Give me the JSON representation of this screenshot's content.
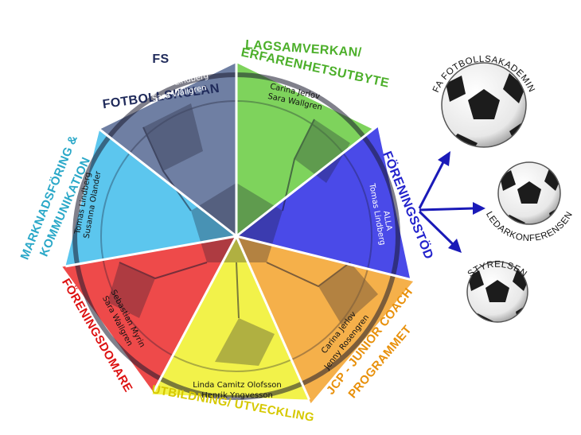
{
  "segments": [
    {
      "id": "fotbollskolan",
      "title_lines": [
        "FS",
        "FOTBOLLSKOLAN"
      ],
      "names": [
        "Tomas Lindberg",
        "Sara Wallgren"
      ],
      "color": "#6f7fa3",
      "text_color": "#1f2a5a",
      "names_color": "#ffffff"
    },
    {
      "id": "lagsamverkan",
      "title_lines": [
        "LAGSAMVERKAN/",
        "ERFARENHETSUTBYTE"
      ],
      "names": [
        "Carina Jerlov",
        "Sara Wallgren"
      ],
      "color": "#7ed35c",
      "text_color": "#4caf2a",
      "names_color": "#111111"
    },
    {
      "id": "foreningsstod",
      "title_lines": [
        "FÖRENINGSSTÖD"
      ],
      "names": [
        "ALLA",
        "Tomas Lindberg"
      ],
      "color": "#4a4ae8",
      "text_color": "#2222cc",
      "names_color": "#ffffff"
    },
    {
      "id": "jcp",
      "title_lines": [
        "JCP - JUNIOR COACH",
        "PROGRAMMET"
      ],
      "names": [
        "Carina Jerlov",
        "Jenny Rosengren"
      ],
      "color": "#f5b04a",
      "text_color": "#e8900a",
      "names_color": "#111111"
    },
    {
      "id": "utbildning",
      "title_lines": [
        "UTBILDNING/ UTVECKLING"
      ],
      "names": [
        "Linda Camitz Olofsson",
        "Henrik Yngvesson"
      ],
      "color": "#f2f24a",
      "text_color": "#d6c800",
      "names_color": "#111111"
    },
    {
      "id": "foreningsdomare",
      "title_lines": [
        "FÖRENINGSDOMARE"
      ],
      "names": [
        "Sebastian Myrin",
        "Sara Wallgren"
      ],
      "color": "#ee4a4a",
      "text_color": "#dd1111",
      "names_color": "#111111"
    },
    {
      "id": "marknadsforing",
      "title_lines": [
        "MARKNADSFÖRING &",
        "KOMMUNIKATION"
      ],
      "names": [
        "Tomas Lindberg",
        "Susanna Olander"
      ],
      "color": "#5cc6ee",
      "text_color": "#2aa8c8",
      "names_color": "#111111"
    }
  ],
  "arrow_color": "#1a1ab8",
  "external": [
    {
      "id": "fa-fotbollsakademin",
      "label": "FA FOTBOLLSAKADEMIN"
    },
    {
      "id": "ledarkonferensen",
      "label": "LEDARKONFERENSEN"
    },
    {
      "id": "styrelsen",
      "label": "STYRELSEN"
    }
  ]
}
